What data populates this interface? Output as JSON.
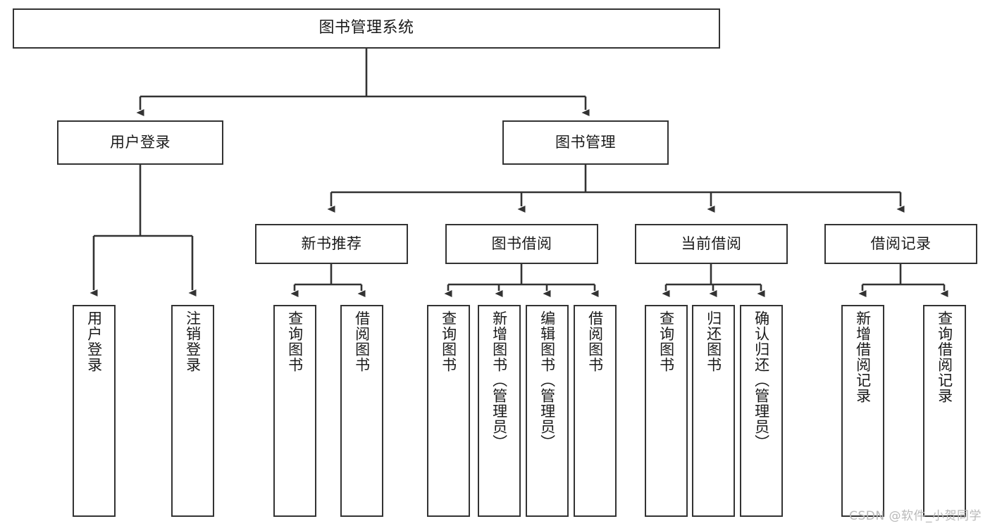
{
  "diagram": {
    "title": "图书管理系统",
    "type": "tree-hierarchy",
    "watermark": "CSDN @软件_小贺同学",
    "colors": {
      "box_border": "#333333",
      "box_fill": "#ffffff",
      "connector": "#333333",
      "text": "#1a1a1a",
      "watermark": "#b9b9b9",
      "background": "#ffffff"
    },
    "nodes": {
      "root": {
        "label": "图书管理系统"
      },
      "level2": [
        {
          "id": "user-login",
          "label": "用户登录"
        },
        {
          "id": "book-manage",
          "label": "图书管理"
        }
      ],
      "level3": [
        {
          "id": "new-book-rec",
          "label": "新书推荐"
        },
        {
          "id": "book-borrow",
          "label": "图书借阅"
        },
        {
          "id": "current-borrow",
          "label": "当前借阅"
        },
        {
          "id": "borrow-record",
          "label": "借阅记录"
        }
      ],
      "leaves": [
        {
          "id": "leaf-user-login",
          "label": "用户登录",
          "parent": "user-login"
        },
        {
          "id": "leaf-user-logout",
          "label": "注销登录",
          "parent": "user-login"
        },
        {
          "id": "leaf-query-book-1",
          "label": "查询图书",
          "parent": "new-book-rec"
        },
        {
          "id": "leaf-borrow-book-1",
          "label": "借阅图书",
          "parent": "new-book-rec"
        },
        {
          "id": "leaf-query-book-2",
          "label": "查询图书",
          "parent": "book-borrow"
        },
        {
          "id": "leaf-add-book",
          "label": "新增图书（管理员）",
          "parent": "book-borrow"
        },
        {
          "id": "leaf-edit-book",
          "label": "编辑图书（管理员）",
          "parent": "book-borrow"
        },
        {
          "id": "leaf-borrow-book-2",
          "label": "借阅图书",
          "parent": "book-borrow"
        },
        {
          "id": "leaf-query-book-3",
          "label": "查询图书",
          "parent": "current-borrow"
        },
        {
          "id": "leaf-return-book",
          "label": "归还图书",
          "parent": "current-borrow"
        },
        {
          "id": "leaf-confirm-return",
          "label": "确认归还（管理员）",
          "parent": "current-borrow"
        },
        {
          "id": "leaf-add-record",
          "label": "新增借阅记录",
          "parent": "borrow-record"
        },
        {
          "id": "leaf-query-record",
          "label": "查询借阅记录",
          "parent": "borrow-record"
        }
      ]
    }
  }
}
